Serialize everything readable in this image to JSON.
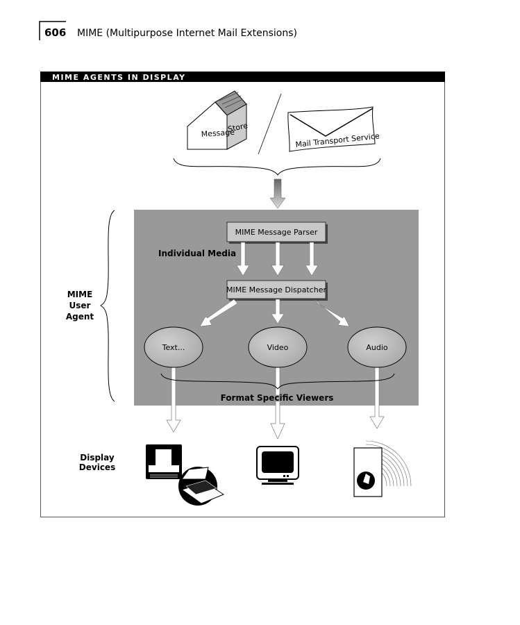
{
  "page_header": {
    "page_number": "606",
    "running_title": "MIME (Multipurpose Internet Mail Extensions)"
  },
  "figure": {
    "title": "MIME AGENTS IN DISPLAY",
    "sources": {
      "message_store_1": "Message",
      "message_store_2": "Store",
      "mail_transport": "Mail Transport Service"
    },
    "parser": "MIME Message Parser",
    "dispatcher": "MIME Message Dispatcher",
    "individual_media": "Individual Media",
    "user_agent": [
      "MIME",
      "User",
      "Agent"
    ],
    "viewers": [
      "Text...",
      "Video",
      "Audio"
    ],
    "format_viewers": "Format Specific Viewers",
    "display_devices": [
      "Display",
      "Devices"
    ],
    "colors": {
      "panel": "#999999",
      "box": "#c8c8c8",
      "ellipse": "#b8b8b8"
    }
  }
}
